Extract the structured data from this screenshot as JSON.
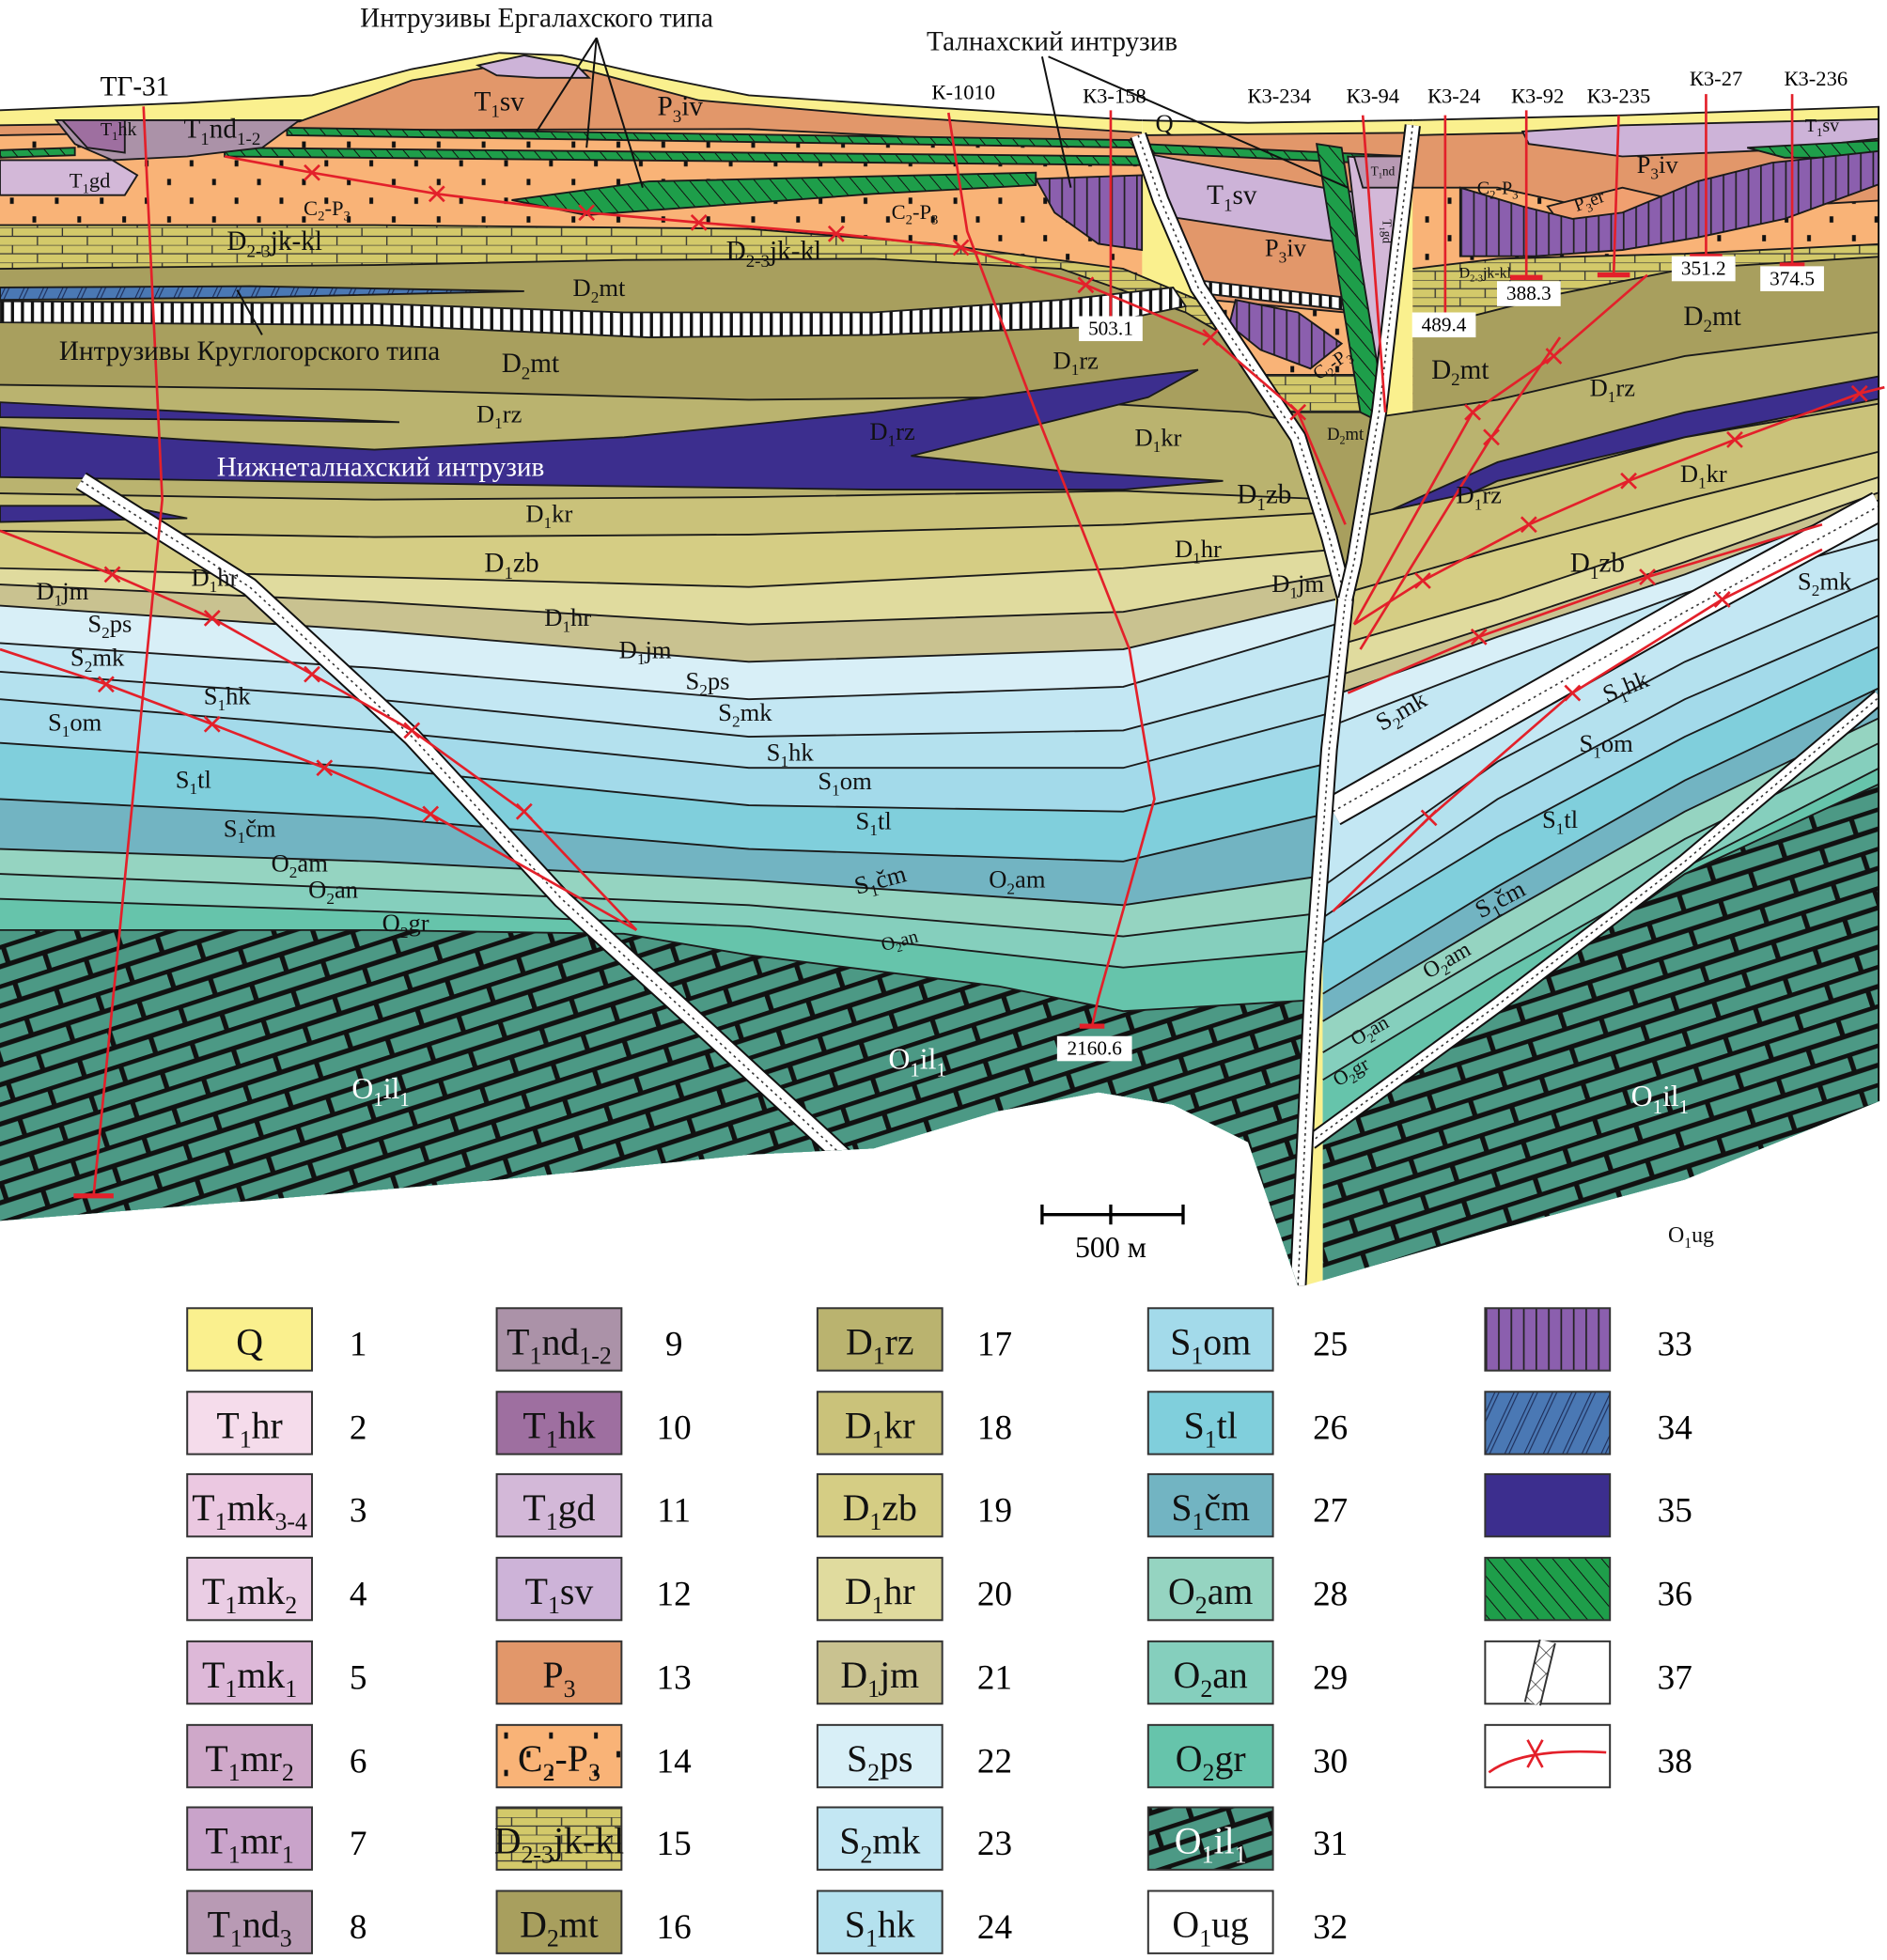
{
  "annotations": {
    "ergalakh_intrusions": [
      "Интрузивы Ергалахского типа"
    ],
    "talnakh_intrusion": [
      "Талнахский интрузив"
    ],
    "kruglogorsk_intrusions": [
      "Интрузивы Круглогорского типа"
    ],
    "lower_talnakh_intrusion": [
      "Нижнеталнахский интрузив"
    ]
  },
  "wells": {
    "names": [
      "ТГ-31",
      "К-1010",
      "К3-158",
      "К3-234",
      "К3-94",
      "К3-24",
      "К3-92",
      "К3-235",
      "К3-27",
      "К3-236"
    ],
    "depths": [
      "503.1",
      "489.4",
      "388.3",
      "351.2",
      "374.5",
      "2160.6"
    ]
  },
  "formation_labels": [
    [
      "T",
      "1",
      "sv"
    ],
    [
      "P",
      "3",
      "iv"
    ],
    [
      "T",
      "1",
      "hk"
    ],
    [
      "T",
      "1",
      "nd",
      "1-2"
    ],
    [
      "T",
      "1",
      "gd"
    ],
    [
      "Q"
    ],
    [
      "T",
      "1",
      "sv"
    ],
    [
      "P",
      "3",
      "iv"
    ],
    [
      "P",
      "3",
      "er"
    ],
    [
      "C",
      "2",
      "-P",
      "3"
    ],
    [
      "T",
      "1",
      "sv"
    ],
    [
      "T",
      "1",
      "nd"
    ],
    [
      "T",
      "1",
      "gd"
    ],
    [
      "P",
      "3",
      "iv"
    ],
    [
      "C",
      "2",
      "-P",
      "3"
    ],
    [
      "C",
      "2",
      "-P",
      "3"
    ],
    [
      "D",
      "2-3",
      "jk-kl"
    ],
    [
      "D",
      "2-3",
      "jk-kl"
    ],
    [
      "D",
      "2-3",
      "jk-kl"
    ],
    [
      "D",
      "2",
      "mt"
    ],
    [
      "D",
      "2",
      "mt"
    ],
    [
      "D",
      "1",
      "rz"
    ],
    [
      "C",
      "2",
      "-P",
      "3"
    ],
    [
      "D",
      "2",
      "mt"
    ],
    [
      "D",
      "2",
      "mt"
    ],
    [
      "D",
      "1",
      "rz"
    ],
    [
      "D",
      "1",
      "rz"
    ],
    [
      "D",
      "1",
      "kr"
    ],
    [
      "D",
      "2",
      "mt"
    ],
    [
      "D",
      "1",
      "rz"
    ],
    [
      "D",
      "1",
      "zb"
    ],
    [
      "D",
      "1",
      "kr"
    ],
    [
      "D",
      "1",
      "rz"
    ],
    [
      "D",
      "1",
      "kr"
    ],
    [
      "D",
      "1",
      "zb"
    ],
    [
      "D",
      "1",
      "hr"
    ],
    [
      "D",
      "1",
      "zb"
    ],
    [
      "D",
      "1",
      "jm"
    ],
    [
      "D",
      "1",
      "hr"
    ],
    [
      "D",
      "1",
      "jm"
    ],
    [
      "D",
      "1",
      "hr"
    ],
    [
      "S",
      "2",
      "mk"
    ],
    [
      "D",
      "1",
      "jm"
    ],
    [
      "S",
      "2",
      "ps"
    ],
    [
      "S",
      "2",
      "mk"
    ],
    [
      "S",
      "2",
      "ps"
    ],
    [
      "S",
      "2",
      "mk"
    ],
    [
      "S",
      "1",
      "hk"
    ],
    [
      "S",
      "2",
      "mk"
    ],
    [
      "S",
      "1",
      "hk"
    ],
    [
      "S",
      "1",
      "om"
    ],
    [
      "S",
      "1",
      "hk"
    ],
    [
      "S",
      "1",
      "om"
    ],
    [
      "S",
      "1",
      "om"
    ],
    [
      "S",
      "1",
      "tl"
    ],
    [
      "S",
      "1",
      "tl"
    ],
    [
      "S",
      "1",
      "tl"
    ],
    [
      "S",
      "1",
      "čm"
    ],
    [
      "S",
      "1",
      "čm"
    ],
    [
      "O",
      "2",
      "am"
    ],
    [
      "S",
      "1",
      "čm"
    ],
    [
      "O",
      "2",
      "am"
    ],
    [
      "O",
      "2",
      "an"
    ],
    [
      "O",
      "2",
      "gr"
    ],
    [
      "O",
      "2",
      "an"
    ],
    [
      "O",
      "2",
      "am"
    ],
    [
      "O",
      "2",
      "an"
    ],
    [
      "O",
      "2",
      "gr"
    ],
    [
      "O",
      "1",
      "il",
      "1"
    ],
    [
      "O",
      "1",
      "il",
      "1"
    ],
    [
      "O",
      "1",
      "il",
      "1"
    ],
    [
      "O",
      "1",
      "ug"
    ]
  ],
  "scale_bar": {
    "label": "500 м"
  },
  "legend": [
    {
      "num": "1",
      "label": [
        "Q"
      ],
      "color": "#FAF08E"
    },
    {
      "num": "2",
      "label": [
        "T",
        "1",
        "hr"
      ],
      "color": "#F5DCEB"
    },
    {
      "num": "3",
      "label": [
        "T",
        "1",
        "mk",
        "3-4"
      ],
      "color": "#EBC8E1"
    },
    {
      "num": "4",
      "label": [
        "T",
        "1",
        "mk",
        "2"
      ],
      "color": "#EACDE4"
    },
    {
      "num": "5",
      "label": [
        "T",
        "1",
        "mk",
        "1"
      ],
      "color": "#DDB8D8"
    },
    {
      "num": "6",
      "label": [
        "T",
        "1",
        "mr",
        "2"
      ],
      "color": "#CFA8C9"
    },
    {
      "num": "7",
      "label": [
        "T",
        "1",
        "mr",
        "1"
      ],
      "color": "#C9A3CA"
    },
    {
      "num": "8",
      "label": [
        "T",
        "1",
        "nd",
        "3"
      ],
      "color": "#B89AB4"
    },
    {
      "num": "9",
      "label": [
        "T",
        "1",
        "nd",
        "1-2"
      ],
      "color": "#AB92A8"
    },
    {
      "num": "10",
      "label": [
        "T",
        "1",
        "hk"
      ],
      "color": "#9E6FA0"
    },
    {
      "num": "11",
      "label": [
        "T",
        "1",
        "gd"
      ],
      "color": "#D3B8D8"
    },
    {
      "num": "12",
      "label": [
        "T",
        "1",
        "sv"
      ],
      "color": "#CDB3D8"
    },
    {
      "num": "13",
      "label": [
        "P",
        "3"
      ],
      "color": "#E2976A"
    },
    {
      "num": "14",
      "label": [
        "C",
        "2",
        "-P",
        "3"
      ],
      "color": "#F9B377",
      "pattern": "dots"
    },
    {
      "num": "15",
      "label": [
        "D",
        "2-3",
        "jk-kl"
      ],
      "color": "#D3C96A",
      "pattern": "blocks"
    },
    {
      "num": "16",
      "label": [
        "D",
        "2",
        "mt"
      ],
      "color": "#A89F5E"
    },
    {
      "num": "17",
      "label": [
        "D",
        "1",
        "rz"
      ],
      "color": "#BAB36F"
    },
    {
      "num": "18",
      "label": [
        "D",
        "1",
        "kr"
      ],
      "color": "#CAC27A"
    },
    {
      "num": "19",
      "label": [
        "D",
        "1",
        "zb"
      ],
      "color": "#D5CD84"
    },
    {
      "num": "20",
      "label": [
        "D",
        "1",
        "hr"
      ],
      "color": "#E0DB9E"
    },
    {
      "num": "21",
      "label": [
        "D",
        "1",
        "jm"
      ],
      "color": "#C9C290"
    },
    {
      "num": "22",
      "label": [
        "S",
        "2",
        "ps"
      ],
      "color": "#D8EFF7"
    },
    {
      "num": "23",
      "label": [
        "S",
        "2",
        "mk"
      ],
      "color": "#C3E7F3"
    },
    {
      "num": "24",
      "label": [
        "S",
        "1",
        "hk"
      ],
      "color": "#B4E1EE"
    },
    {
      "num": "25",
      "label": [
        "S",
        "1",
        "om"
      ],
      "color": "#A3DAEA"
    },
    {
      "num": "26",
      "label": [
        "S",
        "1",
        "tl"
      ],
      "color": "#80CFDC"
    },
    {
      "num": "27",
      "label": [
        "S",
        "1",
        "čm"
      ],
      "color": "#72B4C2"
    },
    {
      "num": "28",
      "label": [
        "O",
        "2",
        "am"
      ],
      "color": "#95D4C1"
    },
    {
      "num": "29",
      "label": [
        "O",
        "2",
        "an"
      ],
      "color": "#85CFBD"
    },
    {
      "num": "30",
      "label": [
        "O",
        "2",
        "gr"
      ],
      "color": "#66C4AB"
    },
    {
      "num": "31",
      "label": [
        "O",
        "1",
        "il",
        "1"
      ],
      "color": "#4C9985",
      "pattern": "bricks"
    },
    {
      "num": "32",
      "label": [
        "O",
        "1",
        "ug"
      ],
      "color": "#FFFFFF"
    },
    {
      "num": "33",
      "label": [],
      "color": "#8B5FAE",
      "pattern": "purple-lines"
    },
    {
      "num": "34",
      "label": [],
      "color": "#4A78B4",
      "pattern": "blue-hatch"
    },
    {
      "num": "35",
      "label": [],
      "color": "#3C2E8E"
    },
    {
      "num": "36",
      "label": [],
      "color": "#1E9E4A",
      "pattern": "green-hatch"
    },
    {
      "num": "37",
      "label": [],
      "color": "#FFFFFF",
      "pattern": "dike"
    },
    {
      "num": "38",
      "label": [],
      "color": "#E3202A",
      "pattern": "ore-line"
    }
  ]
}
